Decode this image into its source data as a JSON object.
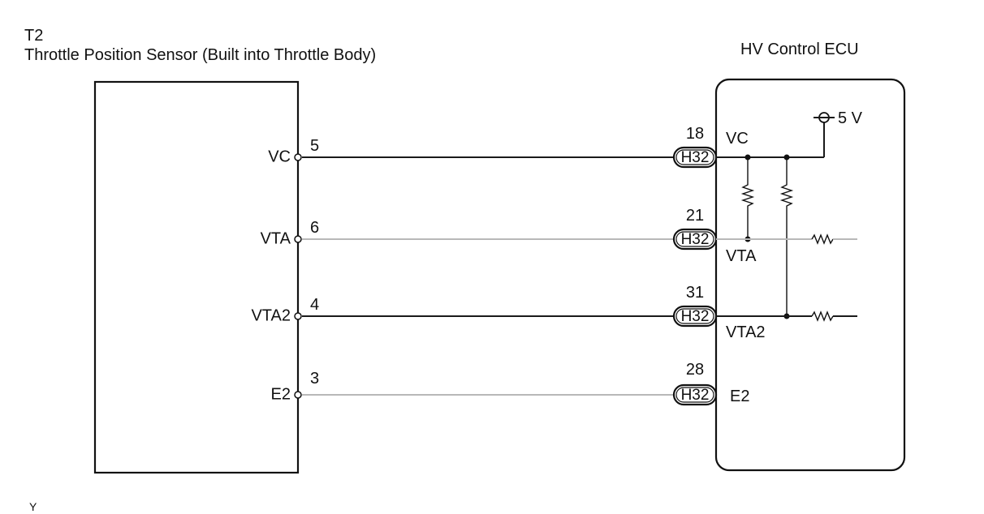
{
  "sensor": {
    "code": "T2",
    "name": "Throttle Position Sensor (Built into Throttle Body)"
  },
  "ecu": {
    "name": "HV Control ECU",
    "supply": "5 V"
  },
  "footer_mark": "Y",
  "circuits": [
    {
      "sensor_signal": "VC",
      "sensor_pin": "5",
      "connector": "H32",
      "ecu_pin": "18",
      "ecu_signal": "VC"
    },
    {
      "sensor_signal": "VTA",
      "sensor_pin": "6",
      "connector": "H32",
      "ecu_pin": "21",
      "ecu_signal": "VTA"
    },
    {
      "sensor_signal": "VTA2",
      "sensor_pin": "4",
      "connector": "H32",
      "ecu_pin": "31",
      "ecu_signal": "VTA2"
    },
    {
      "sensor_signal": "E2",
      "sensor_pin": "3",
      "connector": "H32",
      "ecu_pin": "28",
      "ecu_signal": "E2"
    }
  ]
}
